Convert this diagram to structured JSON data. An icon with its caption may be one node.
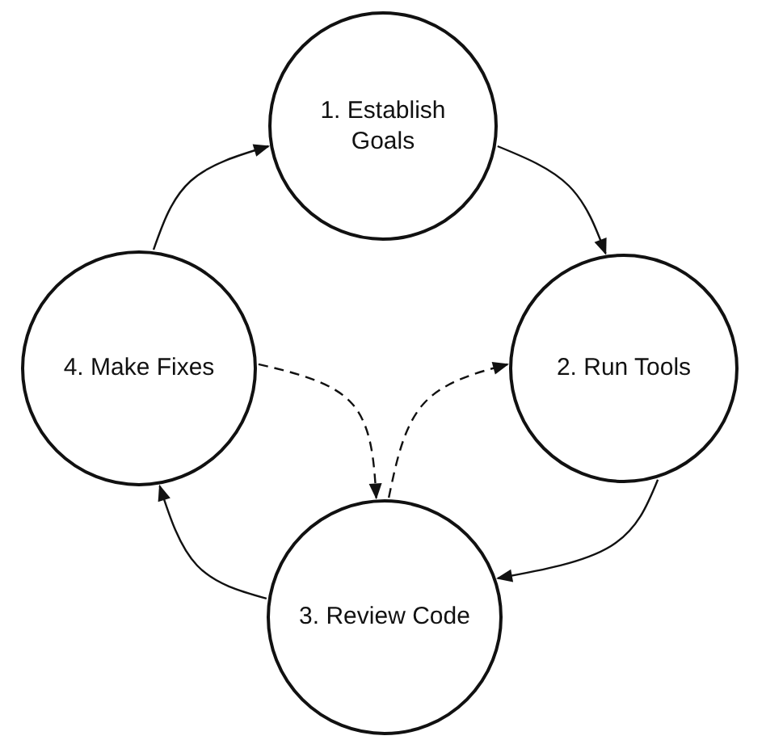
{
  "diagram": {
    "nodes": [
      {
        "text": [
          "1. Establish Goals"
        ]
      },
      {
        "text": [
          "2. Run Tools"
        ]
      },
      {
        "text": [
          "3. Review Code"
        ]
      },
      {
        "text": [
          "4. Make Fixes"
        ]
      }
    ],
    "edges": [
      {
        "from": 0,
        "to": 1,
        "arrow": "to"
      },
      {
        "from": 1,
        "to": 2,
        "arrow": "to"
      },
      {
        "from": 2,
        "to": 3,
        "arrow": "to"
      },
      {
        "from": 3,
        "to": 0,
        "arrow": "to"
      },
      {
        "from": 3,
        "to": 2,
        "arrow": "to",
        "style": "dashed"
      },
      {
        "from": 2,
        "to": 1,
        "arrow": "to",
        "style": "dashed"
      }
    ]
  }
}
